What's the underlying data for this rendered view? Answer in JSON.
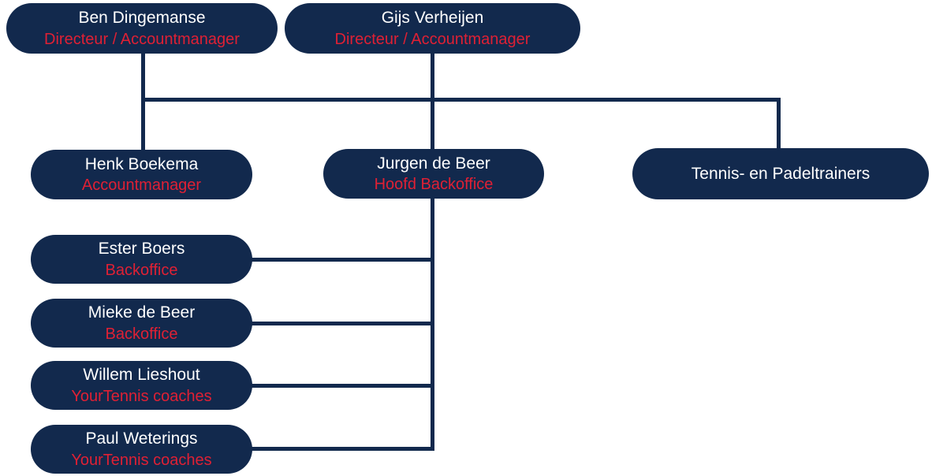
{
  "colors": {
    "node_fill": "#12294d",
    "connector": "#12294d",
    "name_text": "#ffffff",
    "role_text": "#df2034",
    "background": "#ffffff"
  },
  "nodes": [
    {
      "id": "ben",
      "name": "Ben Dingemanse",
      "role": "Directeur / Accountmanager"
    },
    {
      "id": "gijs",
      "name": "Gijs Verheijen",
      "role": "Directeur / Accountmanager"
    },
    {
      "id": "henk",
      "name": "Henk Boekema",
      "role": "Accountmanager"
    },
    {
      "id": "jurgen",
      "name": "Jurgen de Beer",
      "role": "Hoofd Backoffice"
    },
    {
      "id": "trainers",
      "name": "Tennis- en Padeltrainers",
      "role": ""
    },
    {
      "id": "ester",
      "name": "Ester Boers",
      "role": "Backoffice"
    },
    {
      "id": "mieke",
      "name": "Mieke de Beer",
      "role": "Backoffice"
    },
    {
      "id": "willem",
      "name": "Willem Lieshout",
      "role": "YourTennis coaches"
    },
    {
      "id": "paul",
      "name": "Paul Weterings",
      "role": "YourTennis coaches"
    }
  ],
  "edges": [
    {
      "from": "ben",
      "to": "henk"
    },
    {
      "from": "gijs",
      "to": "jurgen"
    },
    {
      "from": "ben-gijs",
      "to": "trainers"
    },
    {
      "from": "jurgen",
      "to": "ester"
    },
    {
      "from": "jurgen",
      "to": "mieke"
    },
    {
      "from": "jurgen",
      "to": "willem"
    },
    {
      "from": "jurgen",
      "to": "paul"
    }
  ]
}
